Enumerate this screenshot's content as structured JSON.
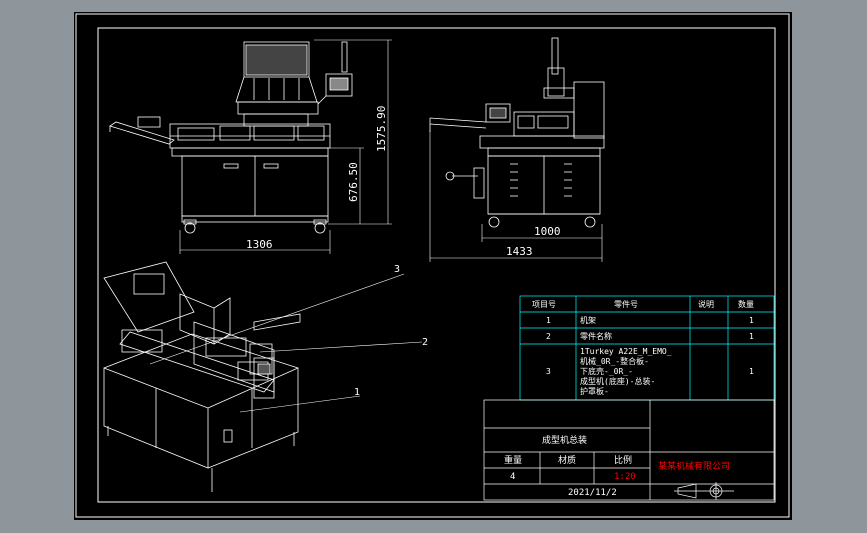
{
  "drawing": {
    "dimensions": {
      "front_width": "1306",
      "total_height": "1575.90",
      "table_height": "676.50",
      "side_inner_width": "1000",
      "side_outer_width": "1433"
    },
    "balloons": [
      "3",
      "2",
      "1"
    ],
    "parts_table": {
      "headers": [
        "项目号",
        "零件号",
        "说明",
        "数量"
      ],
      "rows": [
        {
          "item": "1",
          "part": "机架",
          "desc": "",
          "qty": "1"
        },
        {
          "item": "2",
          "part": "零件名称",
          "desc": "",
          "qty": "1"
        },
        {
          "item": "3",
          "part_lines": [
            "1Turkey A22E_M_EMO_",
            "机械_0R_-整合板-",
            "下底壳-_0R_-",
            "成型机(底座)-总装-",
            "护罩板-"
          ],
          "desc": "",
          "qty": "1"
        }
      ]
    },
    "title_block": {
      "drawing_name": "成型机总装",
      "weight_label": "重量",
      "material_label": "材质",
      "scale_label": "比例",
      "quantity": "4",
      "scale": "1:20",
      "company": "某某机械有限公司",
      "date": "2021/11/2"
    },
    "colors": {
      "background": "#000000",
      "lines": "#ffffff",
      "dimension": "#00ffff",
      "accent": "#ff0000",
      "surround": "#8e959b"
    }
  }
}
